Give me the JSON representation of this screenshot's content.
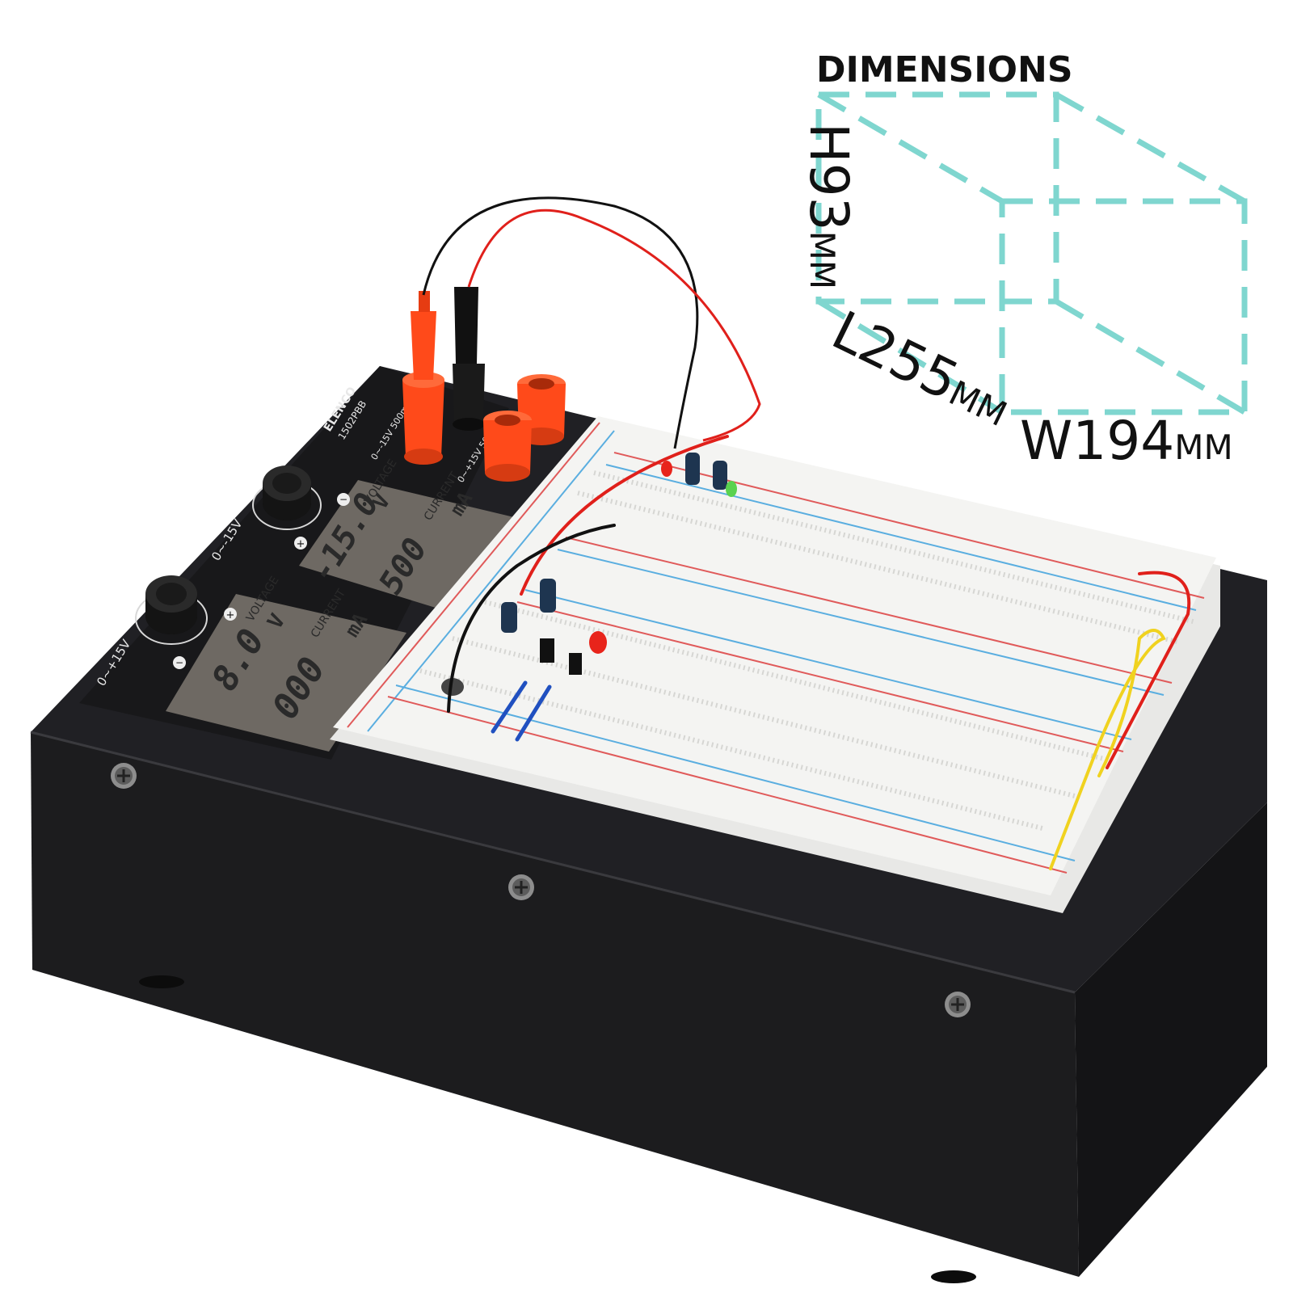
{
  "dimensions": {
    "title": "DIMENSIONS",
    "height_value": "H93",
    "length_value": "L255",
    "width_value": "W194",
    "unit": "MM",
    "line_color": "#7fd6cf"
  },
  "device": {
    "body_color": "#1b1b1d",
    "breadboard_color": "#f2f2f0",
    "terminal_color": "#ff4a1a",
    "brand": "ELENCO",
    "model": "1502PBB",
    "upper_channel": {
      "range_label": "0~-15V",
      "terminal_label": "0~-15V 500mA",
      "voltage_label": "VOLTAGE",
      "current_label": "CURRENT",
      "voltage_reading": "-15.0",
      "voltage_unit": "V",
      "current_reading": "500",
      "current_unit": "mA"
    },
    "lower_channel": {
      "range_label": "0~+15V",
      "terminal_label": "0~+15V 500mA",
      "voltage_label": "VOLTAGE",
      "current_label": "CURRENT",
      "voltage_reading": "8.0",
      "voltage_unit": "V",
      "current_reading": "000",
      "current_unit": "mA"
    },
    "knob_plus": "+",
    "knob_minus": "−"
  }
}
